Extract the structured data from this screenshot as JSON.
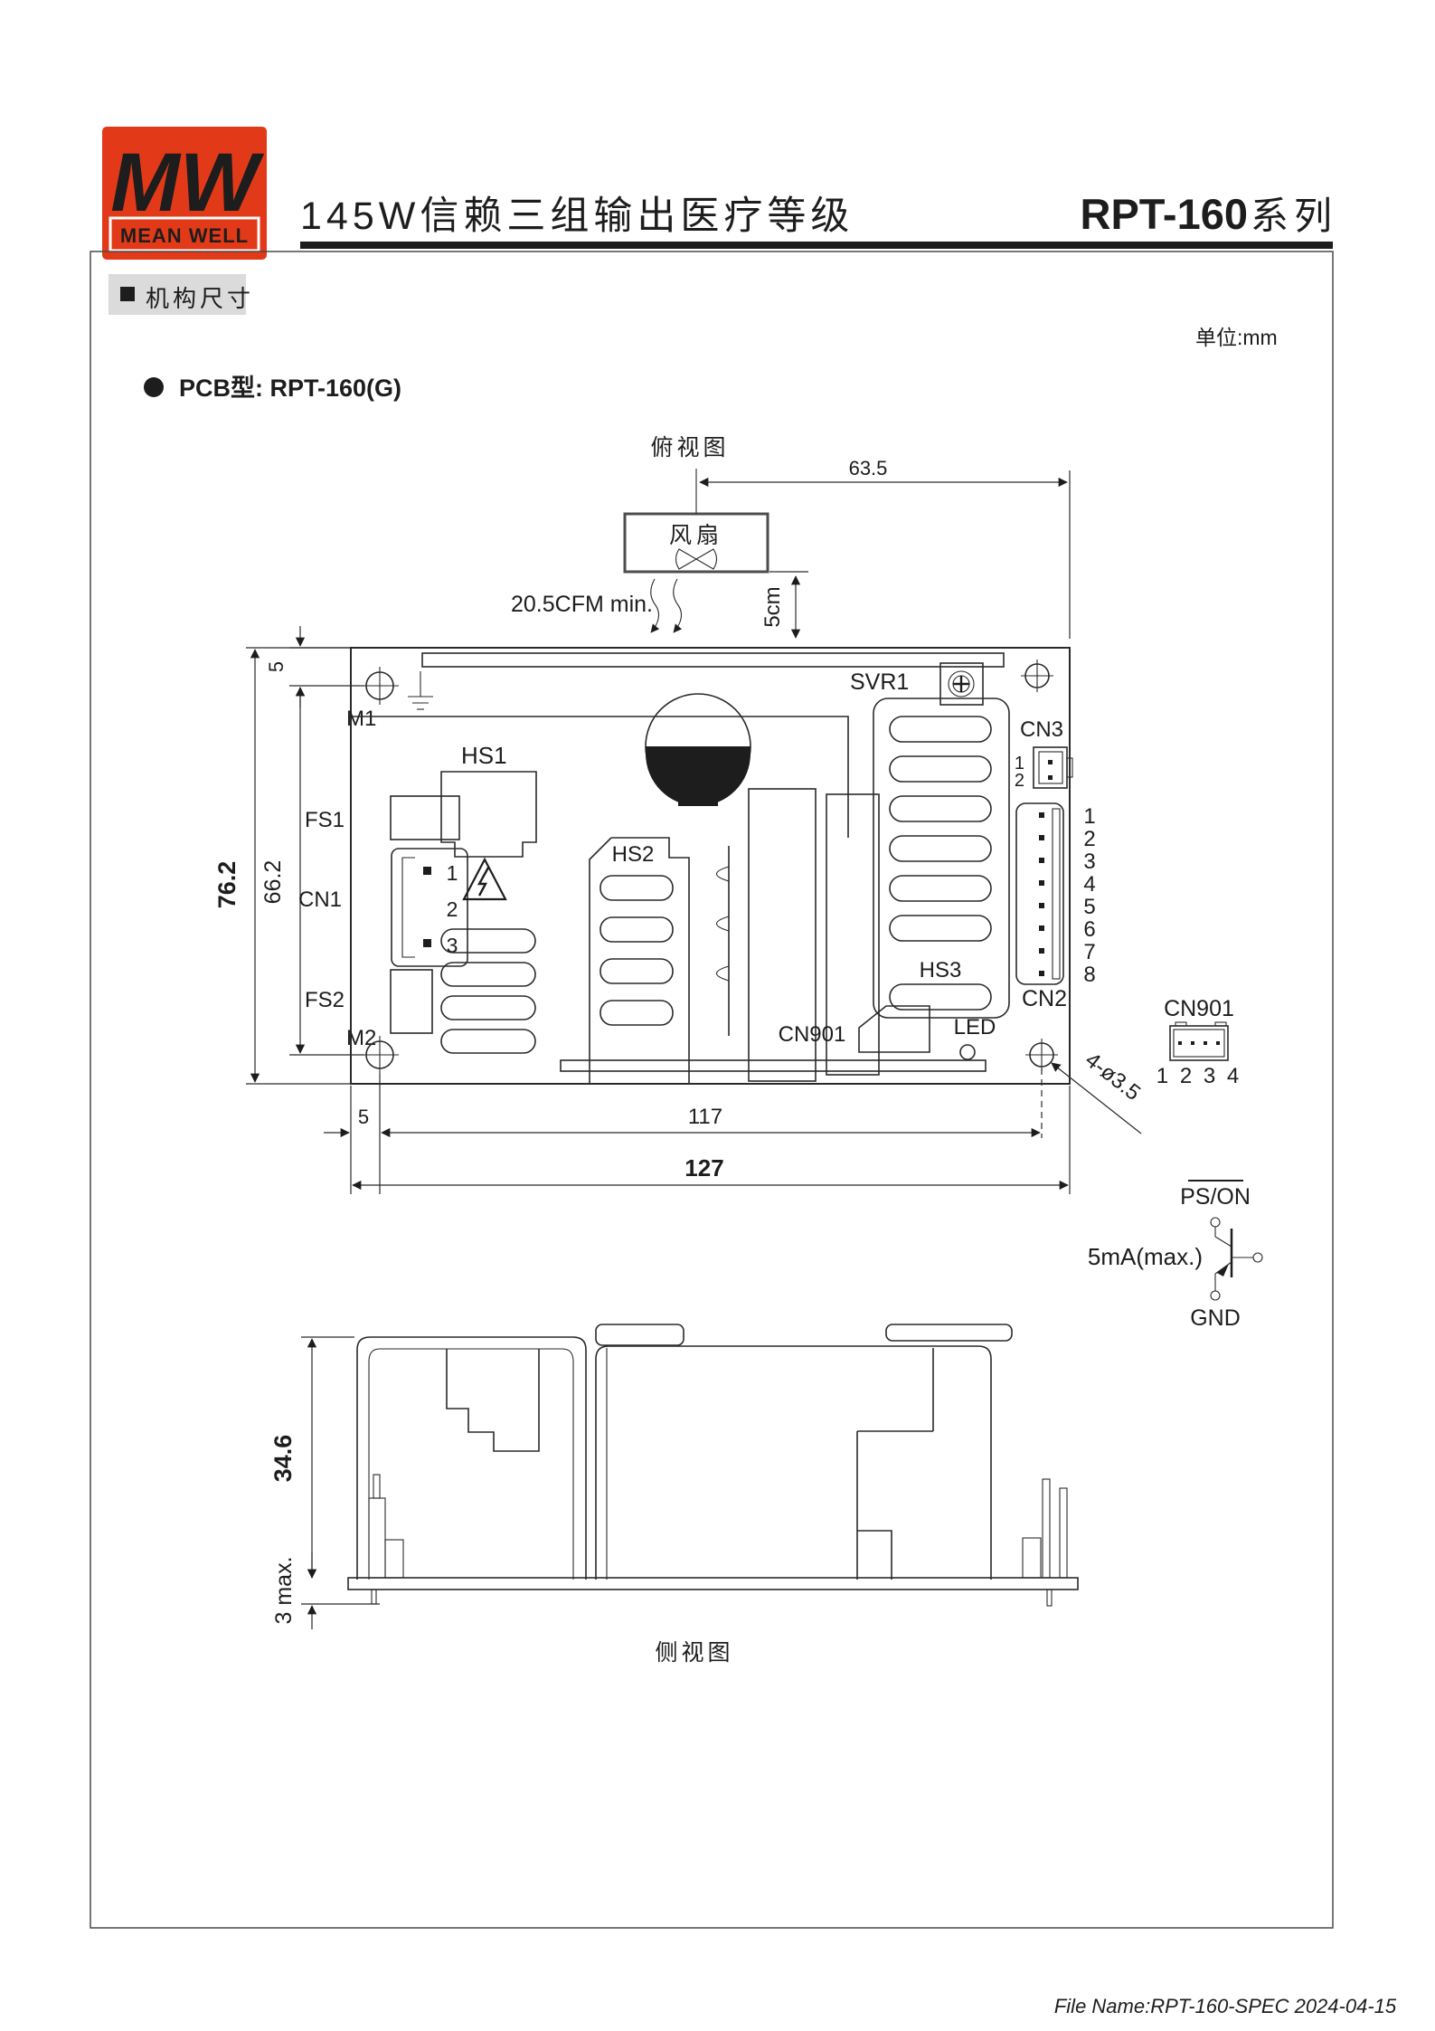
{
  "header": {
    "logo_mw": "MW",
    "logo_brand": "MEAN WELL",
    "title": "145W信赖三组输出医疗等级",
    "series_model": "RPT-160",
    "series_suffix": "系列",
    "brand_red": "#e23a18"
  },
  "section": {
    "heading": "机构尺寸",
    "unit": "单位:mm",
    "pcb_type": "PCB型: RPT-160(G)"
  },
  "top_view": {
    "view_label": "俯视图",
    "fan_label": "风扇",
    "airflow_label": "20.5CFM min.",
    "clearance_label": "5cm",
    "dim_63_5": "63.5",
    "dim_5_top": "5",
    "dim_76_2": "76.2",
    "dim_66_2": "66.2",
    "dim_5_bottom": "5",
    "dim_117": "117",
    "dim_127": "127",
    "hole_note": "4-ø3.5",
    "labels": {
      "m1": "M1",
      "m2": "M2",
      "hs1": "HS1",
      "hs2": "HS2",
      "hs3": "HS3",
      "fs1": "FS1",
      "fs2": "FS2",
      "cn1": "CN1",
      "cn2": "CN2",
      "cn3": "CN3",
      "svr1": "SVR1",
      "cn901": "CN901",
      "led": "LED"
    },
    "cn1_pins": [
      "1",
      "2",
      "3"
    ],
    "cn3_pins": [
      "1",
      "2"
    ],
    "cn2_pins": [
      "1",
      "2",
      "3",
      "4",
      "5",
      "6",
      "7",
      "8"
    ]
  },
  "cn901_detail": {
    "label": "CN901",
    "pins": "1 2 3 4"
  },
  "remote_circuit": {
    "ps_on": "PS/ON",
    "current": "5mA(max.)",
    "gnd": "GND"
  },
  "side_view": {
    "view_label": "侧视图",
    "dim_34_6": "34.6",
    "dim_3max": "3 max."
  },
  "footer": {
    "file_info": "File Name:RPT-160-SPEC  2024-04-15"
  }
}
